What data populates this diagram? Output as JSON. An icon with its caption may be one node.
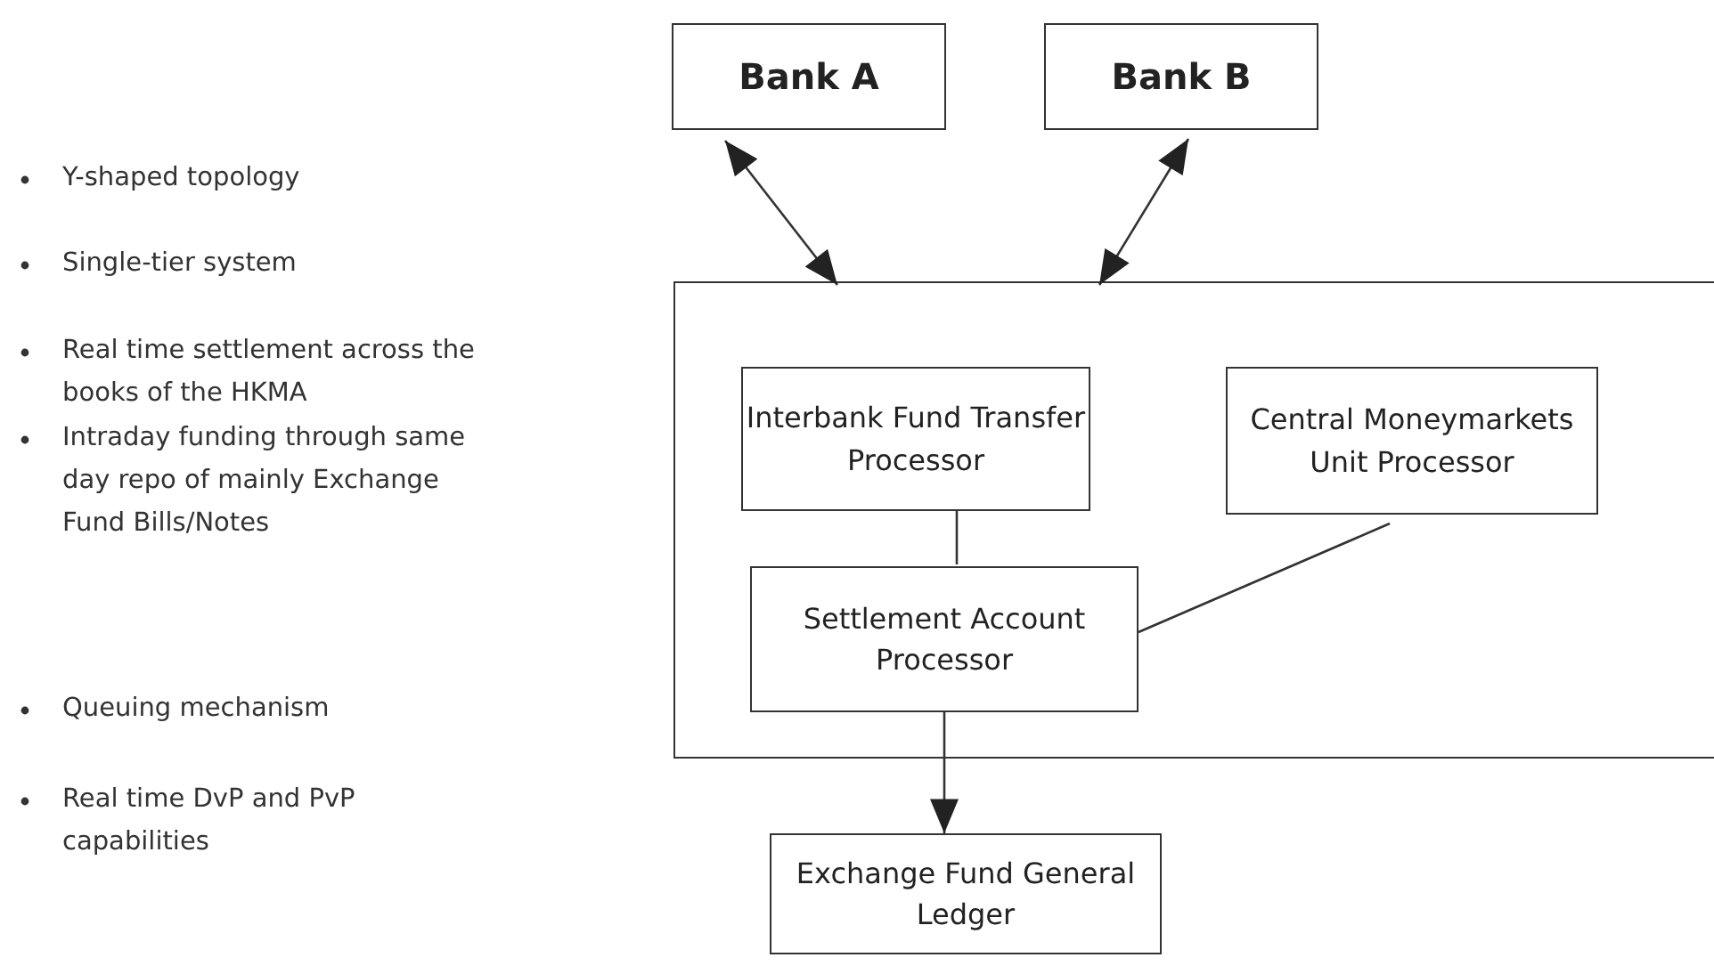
{
  "diagram": {
    "nodes": [
      {
        "text": [
          "Bank A"
        ]
      },
      {
        "text": [
          "Bank B"
        ]
      },
      {
        "text": [],
        "shape": "box"
      },
      {
        "text": [
          "Interbank Fund Transfer Processor"
        ],
        "in": 2
      },
      {
        "text": [
          "Central Moneymarkets Unit Processor"
        ],
        "in": 2
      },
      {
        "text": [
          "Settlement Account Processor"
        ],
        "in": 2
      },
      {
        "text": [
          "Exchange Fund General Ledger"
        ]
      }
    ],
    "edges": [
      {
        "from": 0,
        "to": 2,
        "arrow": "both"
      },
      {
        "from": 1,
        "to": 2,
        "arrow": "both"
      },
      {
        "from": 3,
        "to": 5,
        "arrow": "none"
      },
      {
        "from": 4,
        "to": 5,
        "arrow": "none"
      },
      {
        "from": 5,
        "to": 6,
        "arrow": "to"
      }
    ],
    "labels": [
      "Y-shaped topology",
      "Single-tier system",
      "Real time settlement across the books of the HKMA",
      "Intraday funding through same day repo of mainly Exchange Fund Bills/Notes",
      "Queuing mechanism",
      "Real time DvP and PvP capabilities"
    ]
  }
}
